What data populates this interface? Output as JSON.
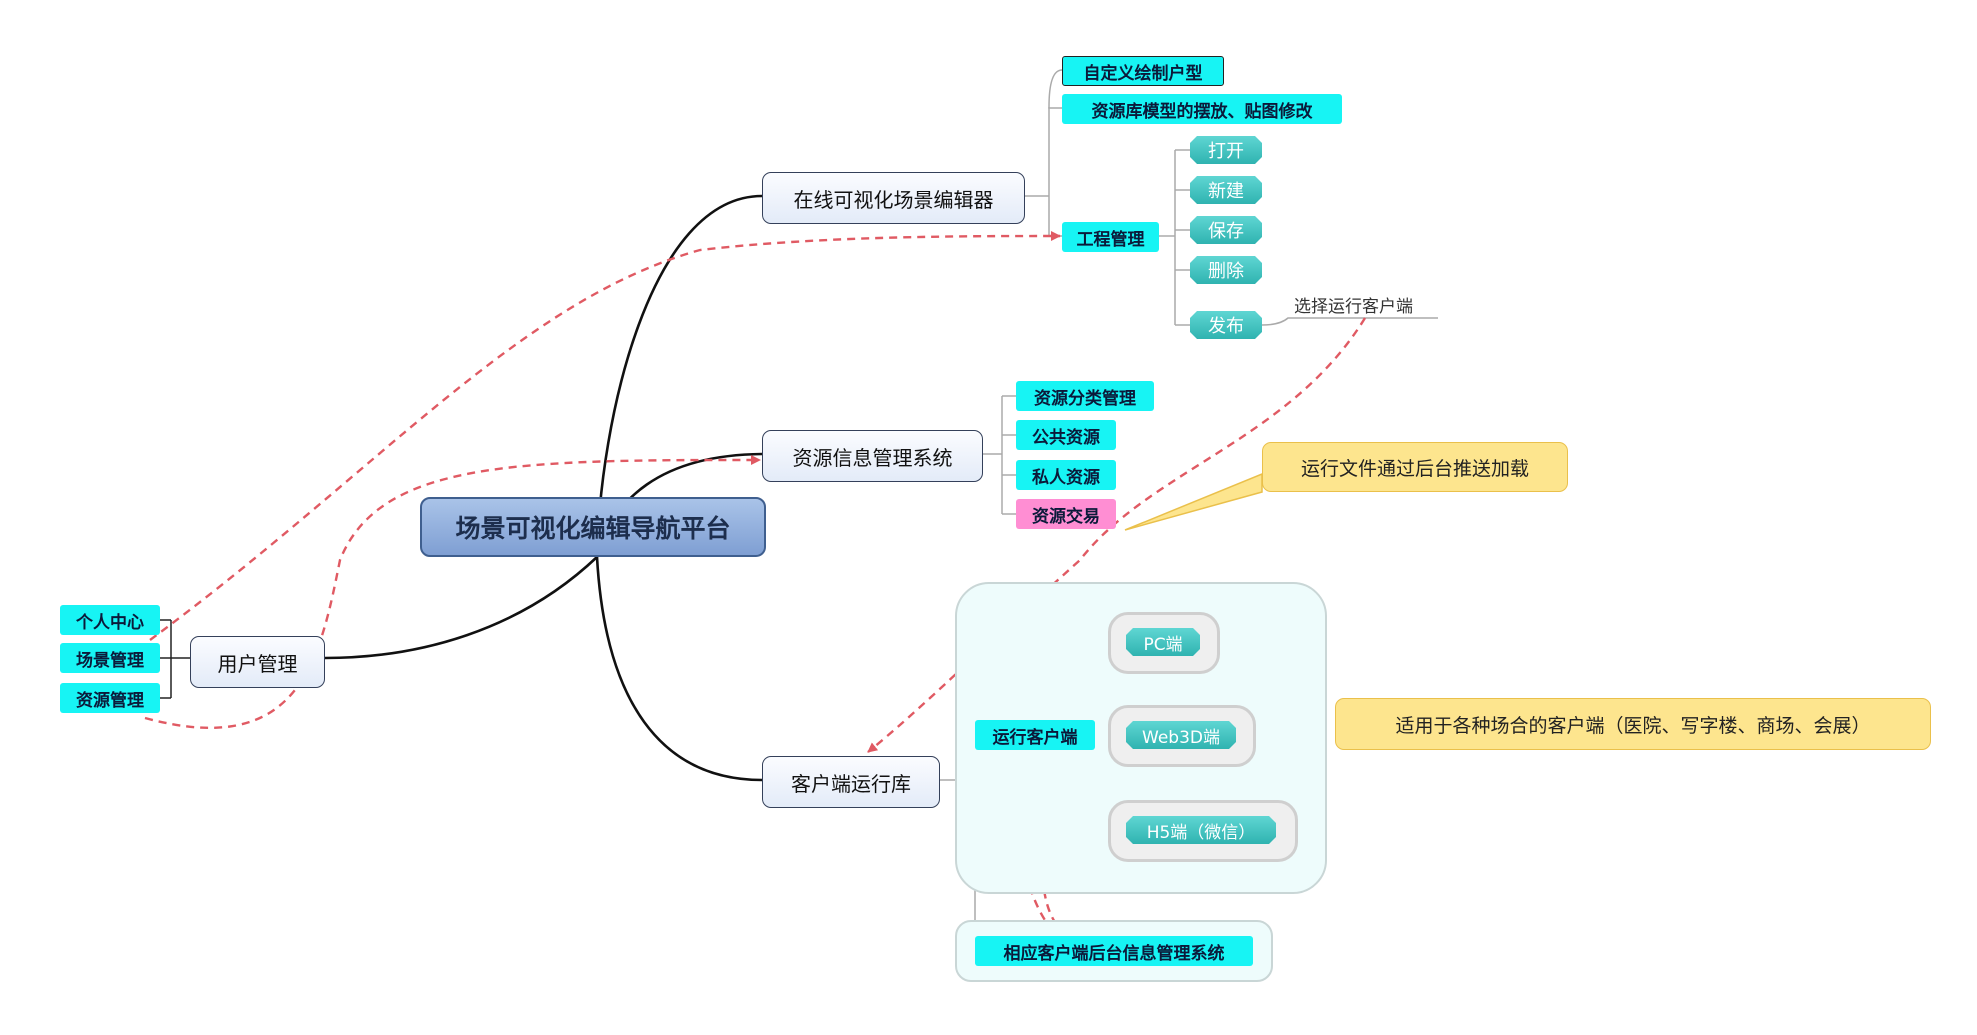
{
  "central": {
    "title": "场景可视化编辑导航平台"
  },
  "branches": {
    "editor": {
      "label": "在线可视化场景编辑器",
      "items": [
        "自定义绘制户型",
        "资源库模型的摆放、贴图修改",
        "工程管理"
      ],
      "project_actions": [
        "打开",
        "新建",
        "保存",
        "删除",
        "发布"
      ],
      "publish_note": "选择运行客户端"
    },
    "resource": {
      "label": "资源信息管理系统",
      "items": [
        "资源分类管理",
        "公共资源",
        "私人资源",
        "资源交易"
      ]
    },
    "client": {
      "label": "客户端运行库",
      "runtime": "运行客户端",
      "platforms": [
        "PC端",
        "Web3D端",
        "H5端（微信）"
      ],
      "backend": "相应客户端后台信息管理系统"
    },
    "user": {
      "label": "用户管理",
      "items": [
        "个人中心",
        "场景管理",
        "资源管理"
      ]
    }
  },
  "callouts": {
    "push": "运行文件通过后台推送加载",
    "scenarios": "适用于各种场合的客户端（医院、写字楼、商场、会展）"
  },
  "colors": {
    "leaf": "#17f4f4",
    "leaf_pink": "#ff8ed3",
    "octagon": "#33b8b5",
    "callout": "#fde58e",
    "relation_arrow": "#e05a63",
    "central": "#8eacdc"
  }
}
